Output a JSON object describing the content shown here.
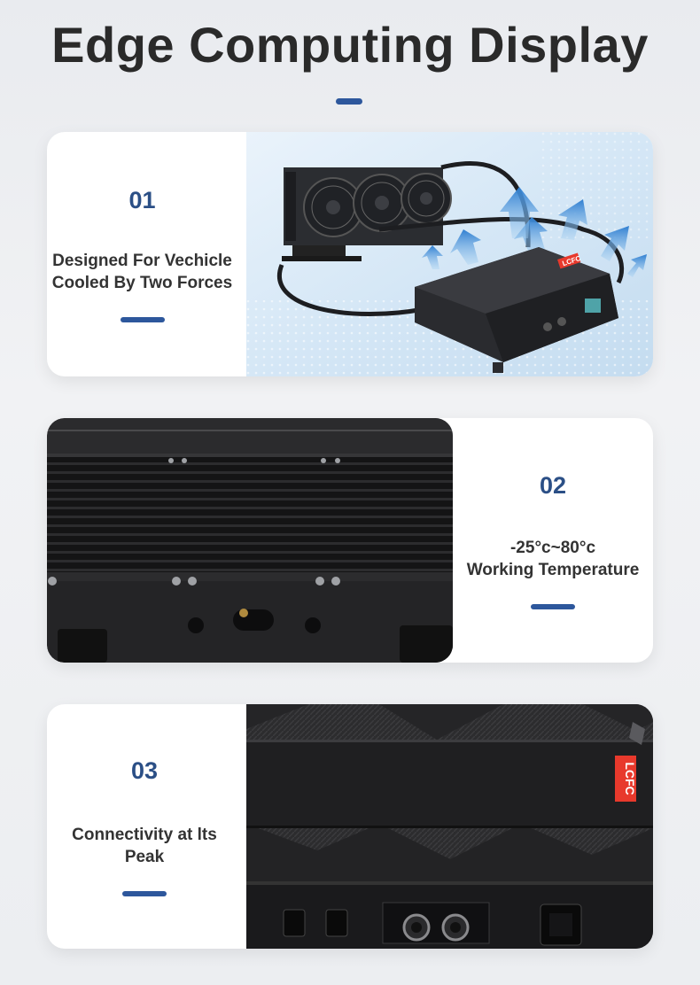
{
  "page": {
    "title": "Edge Computing Display"
  },
  "features": [
    {
      "number": "01",
      "line1": "Designed For Vechicle",
      "line2": "Cooled By Two Forces",
      "image_icon": "cooling-system-image"
    },
    {
      "number": "02",
      "line1": "-25°c~80°c",
      "line2": "Working Temperature",
      "image_icon": "radiator-closeup-image"
    },
    {
      "number": "03",
      "line1": "Connectivity at lts",
      "line2": "Peak",
      "image_icon": "device-ports-image"
    }
  ],
  "brand": {
    "logo_text": "LCFC",
    "logo_color": "#e8392c"
  },
  "colors": {
    "accent": "#2d579c",
    "number": "#2b4f86",
    "text": "#333333"
  }
}
